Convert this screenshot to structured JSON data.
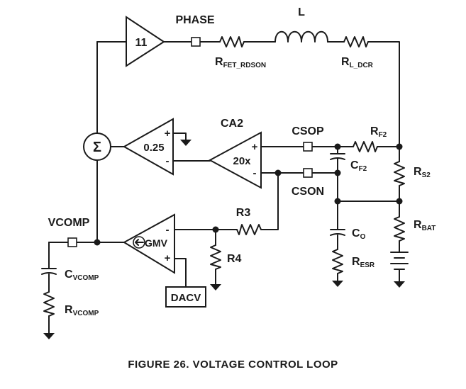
{
  "title": "FIGURE 26.  VOLTAGE CONTROL LOOP",
  "amplifiers": {
    "gain_11": "11",
    "gain_025": "0.25",
    "ca2_name": "CA2",
    "ca2_gain": "20x",
    "gmv": "GMV"
  },
  "nets": {
    "phase": "PHASE",
    "csop": "CSOP",
    "cson": "CSON",
    "vcomp": "VCOMP"
  },
  "components": {
    "r_fet_main": "R",
    "r_fet_sub": "FET_RDSON",
    "inductor": "L",
    "r_ldcr_main": "R",
    "r_ldcr_sub": "L_DCR",
    "rf2_main": "R",
    "rf2_sub": "F2",
    "cf2_main": "C",
    "cf2_sub": "F2",
    "rs2_main": "R",
    "rs2_sub": "S2",
    "rbat_main": "R",
    "rbat_sub": "BAT",
    "co_main": "C",
    "co_sub": "O",
    "resr_main": "R",
    "resr_sub": "ESR",
    "r3": "R3",
    "r4": "R4",
    "cvcomp_main": "C",
    "cvcomp_sub": "VCOMP",
    "rvcomp_main": "R",
    "rvcomp_sub": "VCOMP",
    "dacv": "DACV"
  },
  "symbols": {
    "sum": "Σ",
    "plus": "+",
    "minus": "-"
  }
}
